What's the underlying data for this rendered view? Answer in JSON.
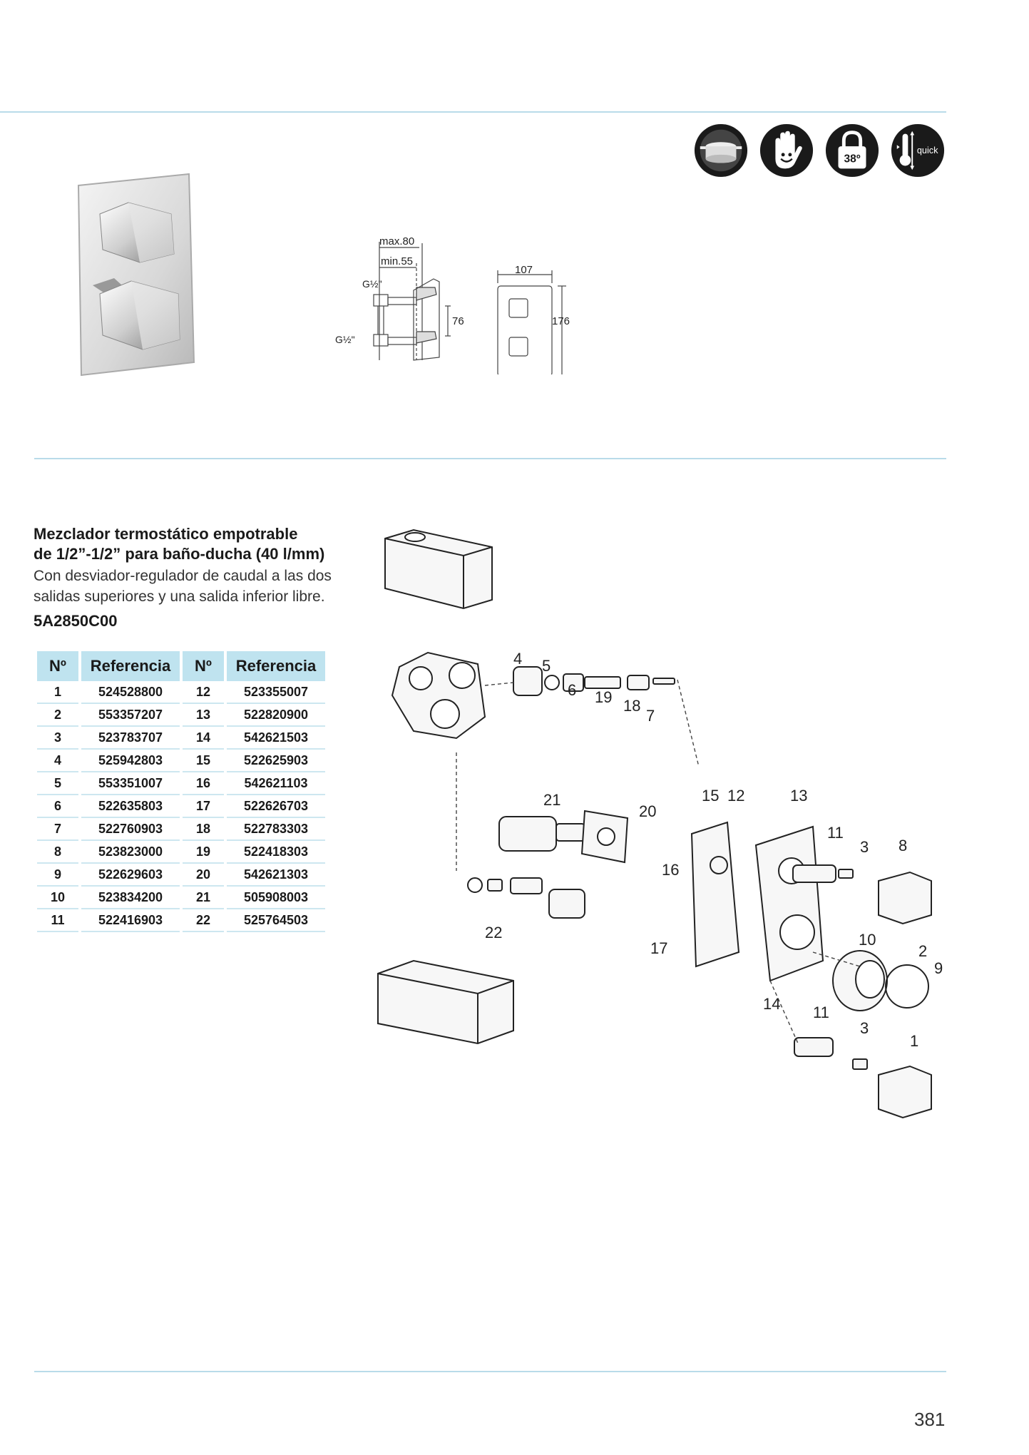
{
  "product": {
    "title_line1": "Mezclador termostático empotrable",
    "title_line2": "de 1/2”-1/2” para baño-ducha (40 l/mm)",
    "description": "Con desviador-regulador de caudal a las dos salidas superiores y una salida inferior libre.",
    "code": "5A2850C00"
  },
  "feature_icons": [
    {
      "name": "pot-icon"
    },
    {
      "name": "hand-smile-icon"
    },
    {
      "name": "lock-38-icon",
      "label": "38º"
    },
    {
      "name": "thermometer-quick-icon",
      "label": "quick"
    }
  ],
  "dimensions": {
    "max": "max.80",
    "min": "min.55",
    "thread_top": "G½\"",
    "thread_bottom": "G½\"",
    "height_inner": "76",
    "width": "107",
    "height": "176"
  },
  "parts_table": {
    "headers": [
      "Nº",
      "Referencia",
      "Nº",
      "Referencia"
    ],
    "rows": [
      [
        "1",
        "524528800",
        "12",
        "523355007"
      ],
      [
        "2",
        "553357207",
        "13",
        "522820900"
      ],
      [
        "3",
        "523783707",
        "14",
        "542621503"
      ],
      [
        "4",
        "525942803",
        "15",
        "522625903"
      ],
      [
        "5",
        "553351007",
        "16",
        "542621103"
      ],
      [
        "6",
        "522635803",
        "17",
        "522626703"
      ],
      [
        "7",
        "522760903",
        "18",
        "522783303"
      ],
      [
        "8",
        "523823000",
        "19",
        "522418303"
      ],
      [
        "9",
        "522629603",
        "20",
        "542621303"
      ],
      [
        "10",
        "523834200",
        "21",
        "505908003"
      ],
      [
        "11",
        "522416903",
        "22",
        "525764503"
      ]
    ]
  },
  "callouts": [
    "4",
    "5",
    "6",
    "19",
    "18",
    "7",
    "21",
    "20",
    "15",
    "12",
    "13",
    "11",
    "3",
    "8",
    "16",
    "22",
    "17",
    "10",
    "2",
    "9",
    "14",
    "11",
    "3",
    "1"
  ],
  "page_number": "381"
}
